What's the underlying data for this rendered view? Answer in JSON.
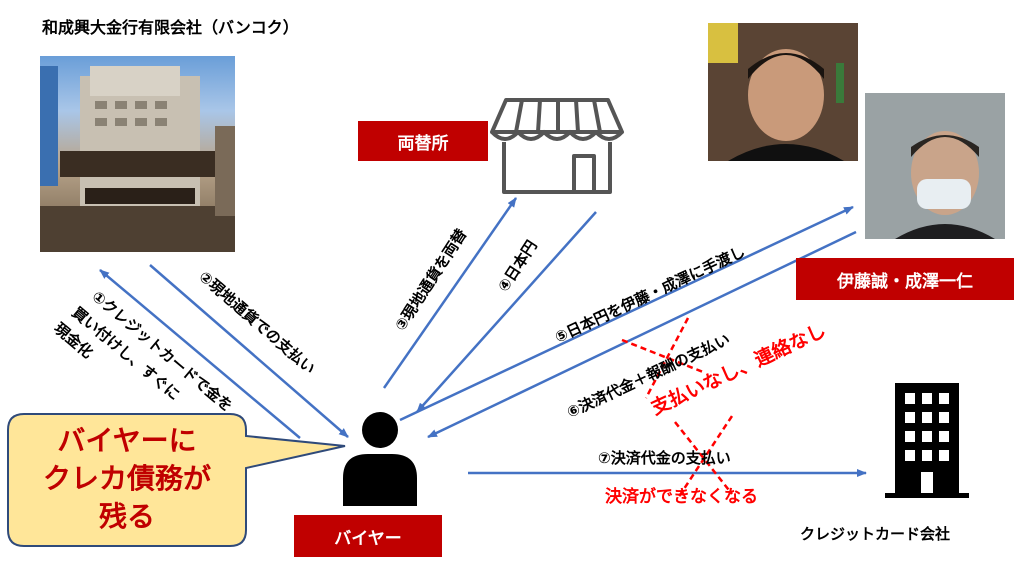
{
  "company_title": "和成興大金行有限会社（バンコク）",
  "exchange_label": "両替所",
  "brokers_label": "伊藤誠・成澤一仁",
  "buyer_label": "バイヤー",
  "card_company_label": "クレジットカード会社",
  "callout": {
    "line1": "バイヤーに",
    "line2": "クレカ債務が",
    "line3": "残る"
  },
  "steps": {
    "s1_line1": "①クレジットカードで金を",
    "s1_line2": "買い付けし、すぐに",
    "s1_line3": "現金化",
    "s2": "②現地通貨での支払い",
    "s3": "③現地通貨を両替",
    "s4": "④日本円",
    "s5": "⑤日本円を伊藤・成澤に手渡し",
    "s6": "⑥決済代金＋報酬の支払い",
    "s7": "⑦決済代金の支払い"
  },
  "annotations": {
    "no_payment": "支払いなし、連絡なし",
    "cannot_settle": "決済ができなくなる"
  },
  "colors": {
    "red_box": "#c00000",
    "arrow_blue": "#4472c4",
    "alert_red": "#ff0000",
    "callout_fill": "#ffe699",
    "callout_border": "#2f4a7a"
  }
}
